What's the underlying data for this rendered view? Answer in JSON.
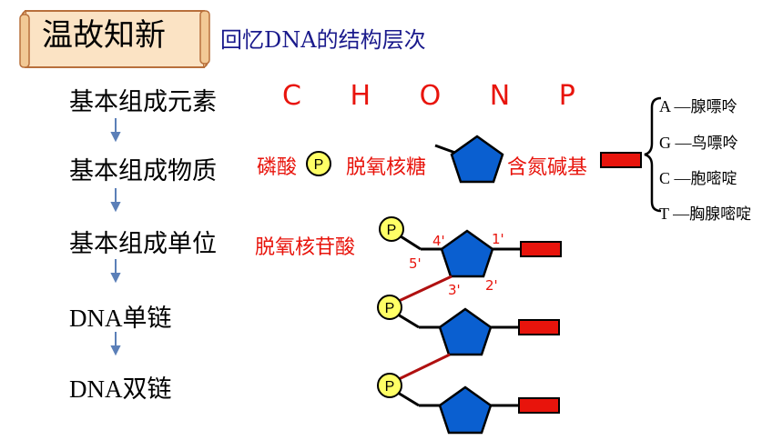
{
  "title": "温故知新",
  "subtitle": "回忆DNA的结构层次",
  "levels": [
    {
      "label": "基本组成元素"
    },
    {
      "label": "基本组成物质"
    },
    {
      "label": "基本组成单位"
    },
    {
      "label": "DNA单链"
    },
    {
      "label": "DNA双链"
    }
  ],
  "elements": "C H O N P",
  "components": {
    "phosphate": "磷酸",
    "phosphate_symbol": "P",
    "sugar": "脱氧核糖",
    "base": "含氮碱基"
  },
  "unit_name": "脱氧核苷酸",
  "bases": [
    {
      "letter": "A",
      "name": "腺嘌呤"
    },
    {
      "letter": "G",
      "name": "鸟嘌呤"
    },
    {
      "letter": "C",
      "name": "胞嘧啶"
    },
    {
      "letter": "T",
      "name": "胸腺嘧啶"
    }
  ],
  "carbon_labels": [
    "4'",
    "1'",
    "5'",
    "3'",
    "2'"
  ],
  "colors": {
    "pentagon": "#0a5fd0",
    "phosphate": "#ffff66",
    "base_rect": "#e8140c",
    "link": "#b01010",
    "arrow": "#5b7fb8"
  }
}
